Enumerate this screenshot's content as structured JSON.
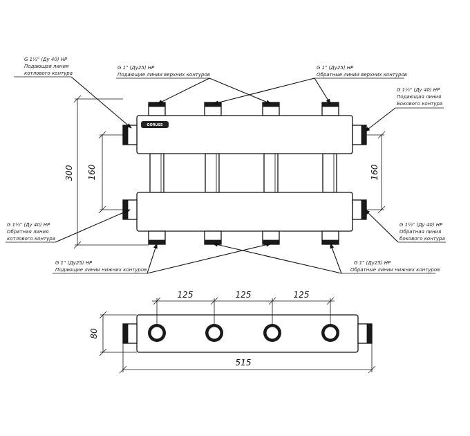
{
  "callouts": {
    "boiler_supply": {
      "size": "G 1½\" (Ду 40) НР",
      "line1": "Подающая линия",
      "line2": "котлового контура"
    },
    "upper_supply": {
      "size": "G 1\" (Ду25) НР",
      "line1": "Подающие линии верхних контуров"
    },
    "upper_return": {
      "size": "G 1\" (Ду25) НР",
      "line1": "Обратные линии верхних контуров"
    },
    "side_supply": {
      "size": "G 1½\" (Ду 40) НР",
      "line1": "Подающая линия",
      "line2": "Бокового контура"
    },
    "boiler_return": {
      "size": "G 1½\" (Ду 40) НР",
      "line1": "Обратная линия",
      "line2": "котлового контура"
    },
    "side_return": {
      "size": "G 1½\" (Ду 40) НР",
      "line1": "Обратная линия",
      "line2": "бокового контура"
    },
    "lower_supply": {
      "size": "G 1\" (Ду25) НР",
      "line1": "Подающие линии нижних контуров"
    },
    "lower_return": {
      "size": "G 1\" (Ду25) НР",
      "line1": "Обратные линии нижних контуров"
    }
  },
  "dimensions": {
    "height_total": "300",
    "center_left": "160",
    "center_right": "160",
    "spacing_1": "125",
    "spacing_2": "125",
    "spacing_3": "125",
    "depth": "80",
    "length": "515"
  },
  "brand_label": "GORUSS"
}
